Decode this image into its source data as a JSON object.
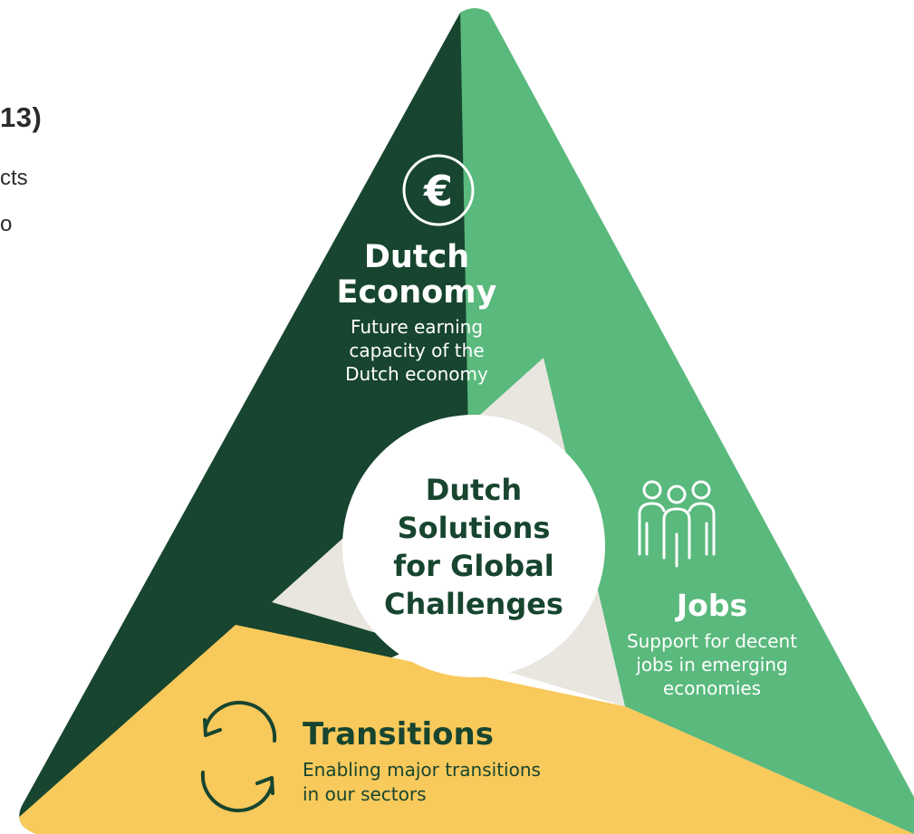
{
  "background_fragment": {
    "heading": "13)",
    "line_1": "cts",
    "line_2": "o"
  },
  "center": {
    "lines": [
      "Dutch",
      "Solutions",
      "for Global",
      "Challenges"
    ]
  },
  "segments": {
    "dutch_economy": {
      "icon": "euro-coin-icon",
      "title_lines": [
        "Dutch",
        "Economy"
      ],
      "desc_lines": [
        "Future earning",
        "capacity of the",
        "Dutch economy"
      ],
      "color": "#17452f"
    },
    "jobs": {
      "icon": "people-group-icon",
      "title": "Jobs",
      "desc_lines": [
        "Support for decent",
        "jobs in emerging",
        "economies"
      ],
      "color": "#5ab97d"
    },
    "transitions": {
      "icon": "cycle-arrows-icon",
      "title": "Transitions",
      "desc_lines": [
        "Enabling major transitions",
        "in our sectors"
      ],
      "color": "#f8c95b"
    }
  },
  "colors": {
    "inner_gap": "#e8e6df",
    "center_circle": "#ffffff",
    "dark_text": "#17452f"
  }
}
